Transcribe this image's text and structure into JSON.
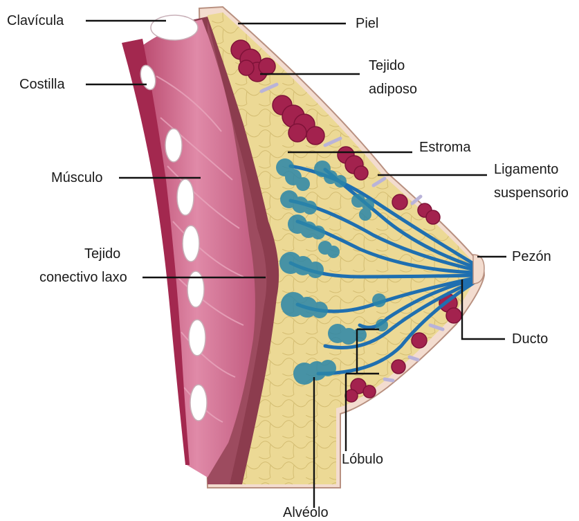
{
  "labels": {
    "clavicula": "Clavícula",
    "costilla": "Costilla",
    "musculo": "Músculo",
    "tejido_conectivo_laxo_1": "Tejido",
    "tejido_conectivo_laxo_2": "conectivo laxo",
    "piel": "Piel",
    "tejido_adiposo_1": "Tejido",
    "tejido_adiposo_2": "adiposo",
    "estroma": "Estroma",
    "ligamento_1": "Ligamento",
    "ligamento_2": "suspensorio",
    "pezon": "Pezón",
    "ducto": "Ducto",
    "lobulo": "Lóbulo",
    "alveolo": "Alvéolo"
  },
  "colors": {
    "muscle": "#c96a8a",
    "muscle_dark": "#9e2f52",
    "connective": "#8a3a4a",
    "fat": "#ead58a",
    "adipose_cluster": "#a3224e",
    "duct": "#1f6fb0",
    "alveoli": "#2b86a8",
    "skin": "#f2d7c8"
  }
}
